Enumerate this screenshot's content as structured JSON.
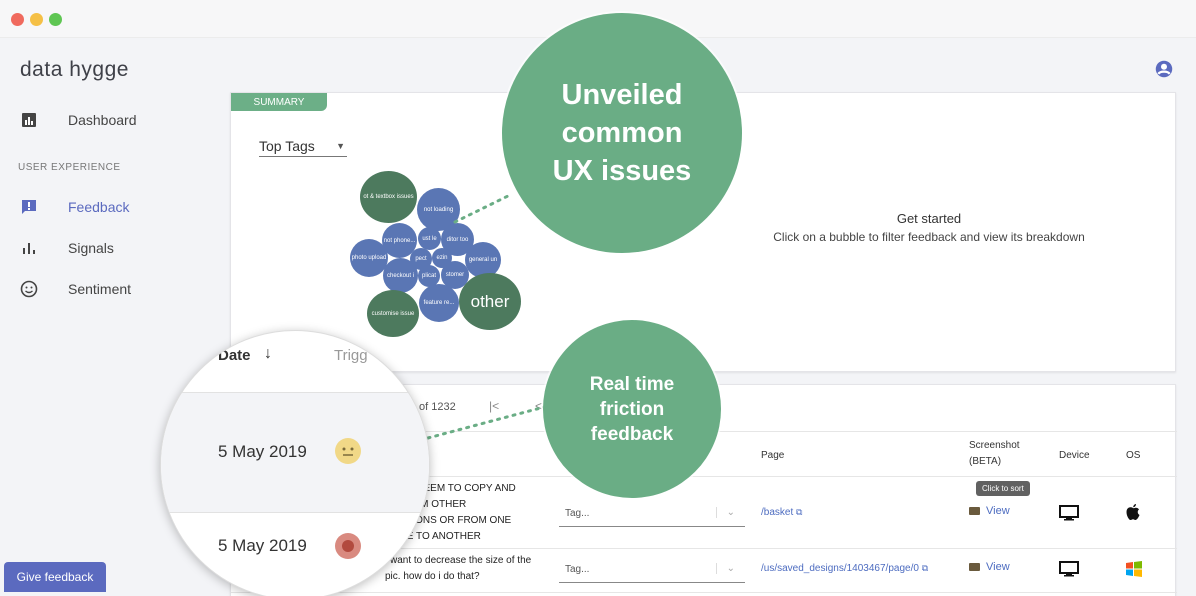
{
  "window": {
    "buttons": [
      "close",
      "minimize",
      "maximize"
    ]
  },
  "app": {
    "logo": "data hygge",
    "user_icon": "account-circle-icon"
  },
  "sidebar": {
    "dashboard": {
      "label": "Dashboard",
      "icon": "bar-chart-icon"
    },
    "section_label": "USER EXPERIENCE",
    "feedback": {
      "label": "Feedback",
      "icon": "feedback-icon"
    },
    "signals": {
      "label": "Signals",
      "icon": "signal-bars-icon"
    },
    "sentiment": {
      "label": "Sentiment",
      "icon": "smiley-icon"
    }
  },
  "summary": {
    "tab_label": "SUMMARY",
    "dropdown_value": "Top Tags",
    "get_started_title": "Get started",
    "get_started_sub": "Click on a bubble to filter feedback and view its breakdown",
    "bubbles": [
      "ot & textbox issues",
      "not loading",
      "not phone...",
      "ust le",
      "ditor too",
      "photo upload",
      "pect",
      "ezin",
      "general un",
      "checkout i",
      "plicat",
      "stomer",
      "feature re...",
      "customise issue",
      "other"
    ]
  },
  "table": {
    "pager_text": "of 1232",
    "headers": {
      "page": "Page",
      "screenshot_1": "Screenshot",
      "screenshot_2": "(BETA)",
      "device": "Device",
      "os": "OS"
    },
    "tooltip": "Click to sort",
    "rows": [
      {
        "text_lines": [
          "N'T SEEM TO COPY AND",
          "FROM OTHER",
          "CTIONS OR FROM ONE",
          "GE TO ANOTHER"
        ],
        "tag_placeholder": "Tag...",
        "page": "/basket",
        "view": "View",
        "device": "desktop",
        "os": "apple"
      },
      {
        "text_lines": [
          "i want to decrease the size of the",
          "pic. how do i do that?"
        ],
        "tag_placeholder": "Tag...",
        "page": "/us/saved_designs/1403467/page/0",
        "view": "View",
        "device": "desktop",
        "os": "windows"
      }
    ]
  },
  "magnifier": {
    "header_date": "Date",
    "header_trigger": "Trigg",
    "rows": [
      {
        "date": "5 May 2019",
        "emoji": "neutral-face"
      },
      {
        "date": "5 May 2019",
        "emoji": "angry-face"
      }
    ]
  },
  "callouts": {
    "big": [
      "Unveiled",
      "common",
      "UX issues"
    ],
    "small": [
      "Real time",
      "friction",
      "feedback"
    ]
  },
  "give_feedback": "Give feedback",
  "colors": {
    "accent": "#5b6abf",
    "callout_green": "#6aad85",
    "bubble_blue": "#5a76b4",
    "bubble_green": "#4d7a5e"
  }
}
